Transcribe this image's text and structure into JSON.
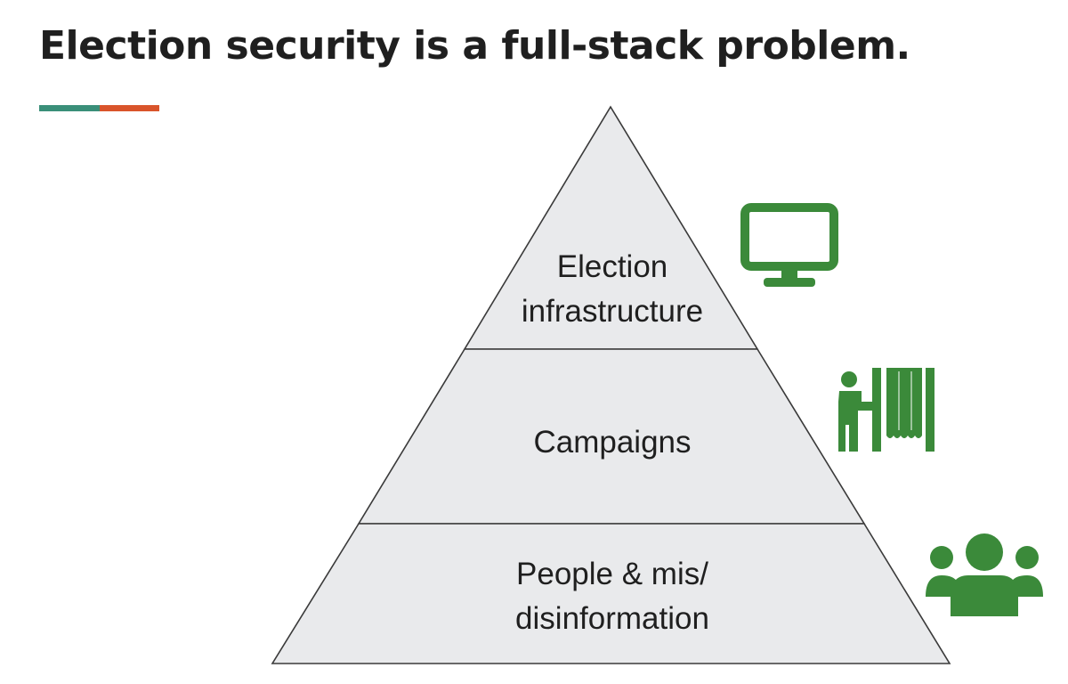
{
  "slide": {
    "title": "Election security is a full-stack problem."
  },
  "colors": {
    "accent_teal": "#3a8f79",
    "accent_orange": "#d9542b",
    "icon_green": "#3b8a3a",
    "tier_fill": "#e9eaec",
    "tier_stroke": "#3a3a3a"
  },
  "pyramid": {
    "tiers": [
      {
        "lines": [
          "Election",
          "infrastructure"
        ],
        "icon": "monitor-icon"
      },
      {
        "lines": [
          "Campaigns"
        ],
        "icon": "voting-booth-icon"
      },
      {
        "lines": [
          "People & mis/",
          "disinformation"
        ],
        "icon": "people-group-icon"
      }
    ]
  }
}
